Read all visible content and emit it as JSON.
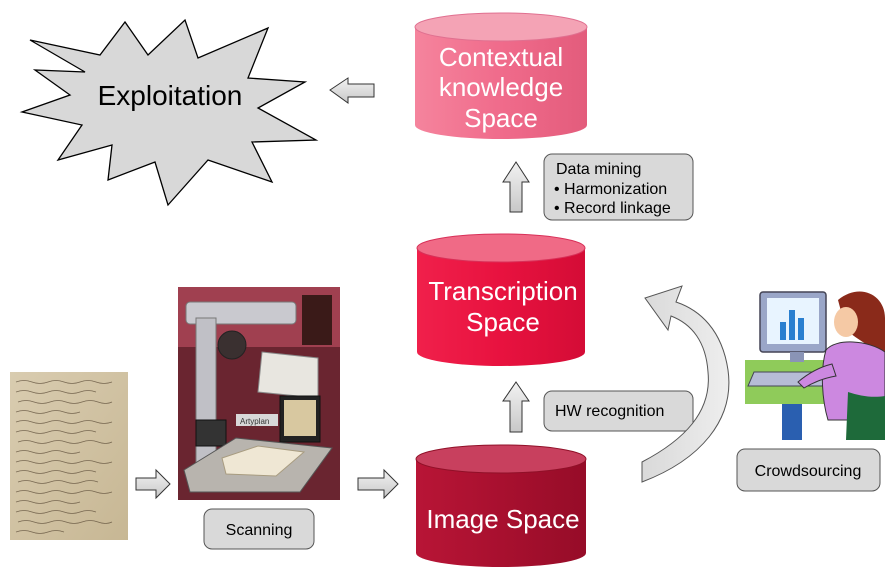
{
  "exploitation": {
    "label": "Exploitation"
  },
  "contextual": {
    "line1": "Contextual",
    "line2": "knowledge",
    "line3": "Space",
    "color": "#f06b8b"
  },
  "transcription": {
    "line1": "Transcription",
    "line2": "Space",
    "color": "#e8123f"
  },
  "image_space": {
    "label": "Image Space",
    "color": "#a8102f"
  },
  "data_mining": {
    "title": "Data mining",
    "items": [
      "• Harmonization",
      "• Record linkage"
    ]
  },
  "hw_recognition": {
    "label": "HW recognition"
  },
  "scanning": {
    "label": "Scanning"
  },
  "crowdsourcing": {
    "label": "Crowdsourcing"
  },
  "scanner_brand": {
    "label": "Artyplan"
  }
}
